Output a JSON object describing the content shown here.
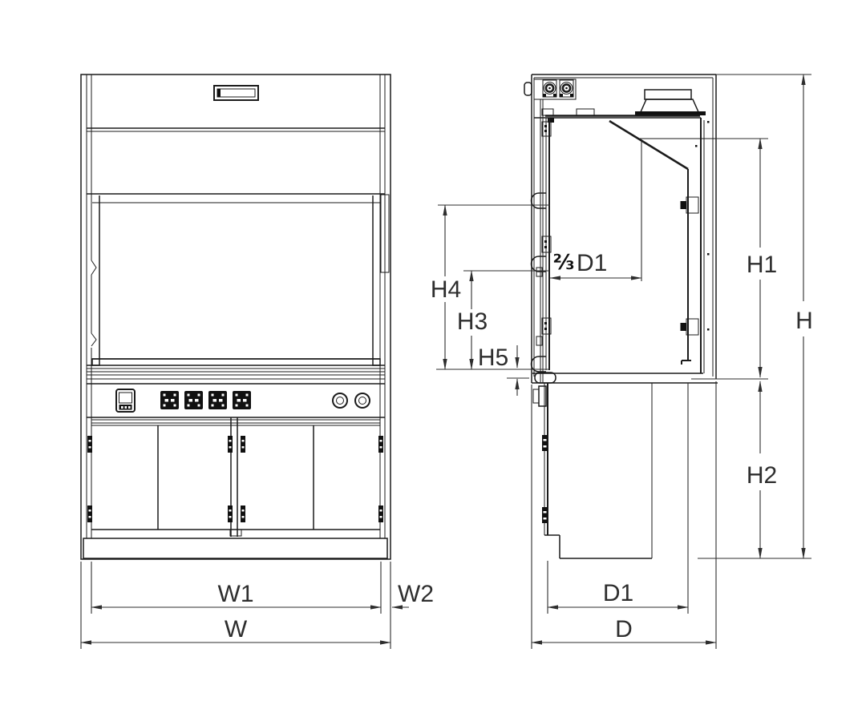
{
  "drawing": {
    "type": "fume-hood-dimension-drawing",
    "background": "#ffffff",
    "line_color": "#1b1b1b",
    "dimension_color": "#2e2e2e"
  },
  "labels": {
    "front": {
      "w1": "W1",
      "w2": "W2",
      "w": "W"
    },
    "side": {
      "baffle_gap_fraction": "⅔",
      "baffle_gap_ref": "D1",
      "h4": "H4",
      "h3": "H3",
      "h5": "H5",
      "h1": "H1",
      "h": "H",
      "h2": "H2",
      "d1": "D1",
      "d": "D"
    }
  }
}
